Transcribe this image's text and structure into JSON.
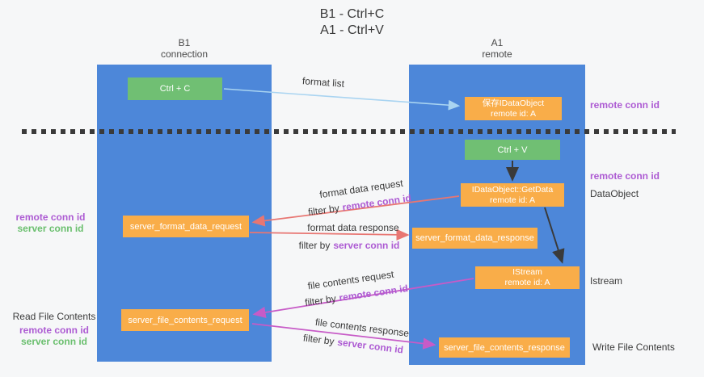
{
  "title": {
    "line1": "B1 - Ctrl+C",
    "line2": "A1 - Ctrl+V"
  },
  "lanes": {
    "left": {
      "name": "B1",
      "subtitle": "connection"
    },
    "right": {
      "name": "A1",
      "subtitle": "remote"
    }
  },
  "nodes": {
    "ctrl_c": "Ctrl + C",
    "ctrl_v": "Ctrl + V",
    "save_dataobject": {
      "line1": "保存IDataObject",
      "line2": "remote id: A"
    },
    "getdata": {
      "line1": "IDataObject::GetData",
      "line2": "remote id: A"
    },
    "istream": {
      "line1": "IStream",
      "line2": "remote id: A"
    },
    "server_format_data_request": "server_format_data_request",
    "server_format_data_response": "server_format_data_response",
    "server_file_contents_request": "server_file_contents_request",
    "server_file_contents_response": "server_file_contents_response"
  },
  "edge_labels": {
    "format_list": "format list",
    "format_data_request": "format data request",
    "format_data_response": "format data response",
    "file_contents_request": "file contents request",
    "file_contents_response": "file contents response",
    "filter_by": "filter by",
    "remote_conn_id": "remote conn id",
    "server_conn_id": "server conn id"
  },
  "side_labels": {
    "remote_conn_id_top": "remote conn id",
    "remote_conn_id_mid": "remote conn id",
    "dataobject": "DataObject",
    "istream": "Istream",
    "write_file_contents": "Write File Contents",
    "read_file_contents": "Read File Contents",
    "left_remote_conn_id_mid": "remote conn id",
    "left_server_conn_id_mid": "server conn id",
    "left_remote_conn_id_bottom": "remote conn id",
    "left_server_conn_id_bottom": "server conn id"
  },
  "colors": {
    "lane_blue": "#4d87d9",
    "node_green": "#70bf73",
    "node_orange": "#f9ad49",
    "arrow_red": "#e87672",
    "arrow_magenta": "#c75bc7",
    "arrow_light_blue": "#a9d4f1",
    "arrow_black": "#3a3a3a",
    "label_purple": "#ad5bd3",
    "label_green": "#6abf6e"
  }
}
